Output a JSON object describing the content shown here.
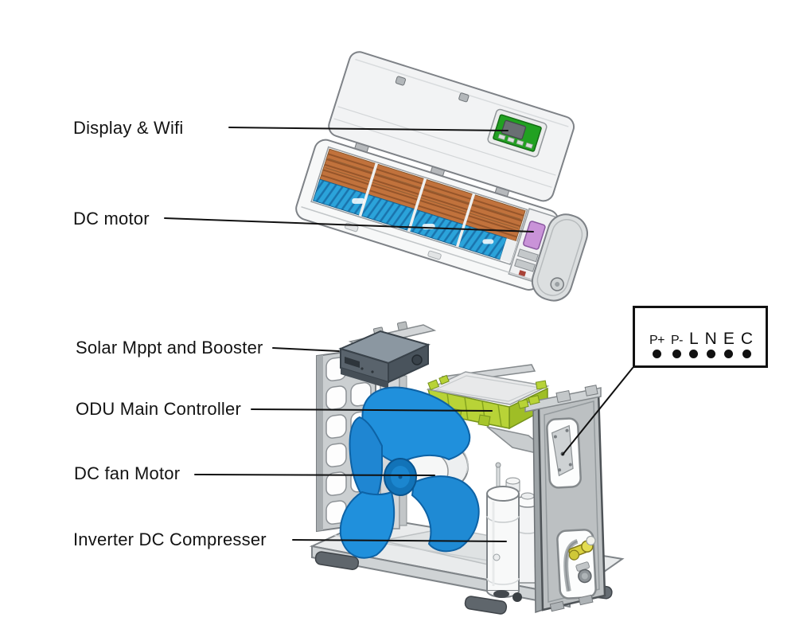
{
  "diagram": {
    "subject": "Split air conditioner component diagram (indoor unit and solar hybrid outdoor unit)"
  },
  "annotations": [
    {
      "label": "Display & Wifi",
      "target": "display-wifi-module"
    },
    {
      "label": "DC motor",
      "target": "idu-dc-motor"
    },
    {
      "label": "Solar Mppt and Booster",
      "target": "solar-mppt-booster-box"
    },
    {
      "label": "ODU Main Controller",
      "target": "odu-main-controller-box"
    },
    {
      "label": "DC fan Motor",
      "target": "odu-fan-motor"
    },
    {
      "label": "Inverter DC Compresser",
      "target": "inverter-dc-compressor"
    }
  ],
  "terminal_block": {
    "terminals": [
      {
        "label": "P+"
      },
      {
        "label": "P-"
      },
      {
        "label": "L"
      },
      {
        "label": "N"
      },
      {
        "label": "E"
      },
      {
        "label": "C"
      }
    ]
  },
  "colors": {
    "label_text": "#131313",
    "callout_line": "#111111",
    "pcb_green": "#21a121",
    "heat_exchanger_copper": "#c1723c",
    "crossflow_fan_blue": "#2ba3da",
    "idu_motor_purple": "#c993d8",
    "axial_fan_blue": "#2090dc",
    "controller_lime": "#b8d337",
    "mppt_box_gray": "#59636c",
    "valve_yellow": "#d9d13e"
  }
}
